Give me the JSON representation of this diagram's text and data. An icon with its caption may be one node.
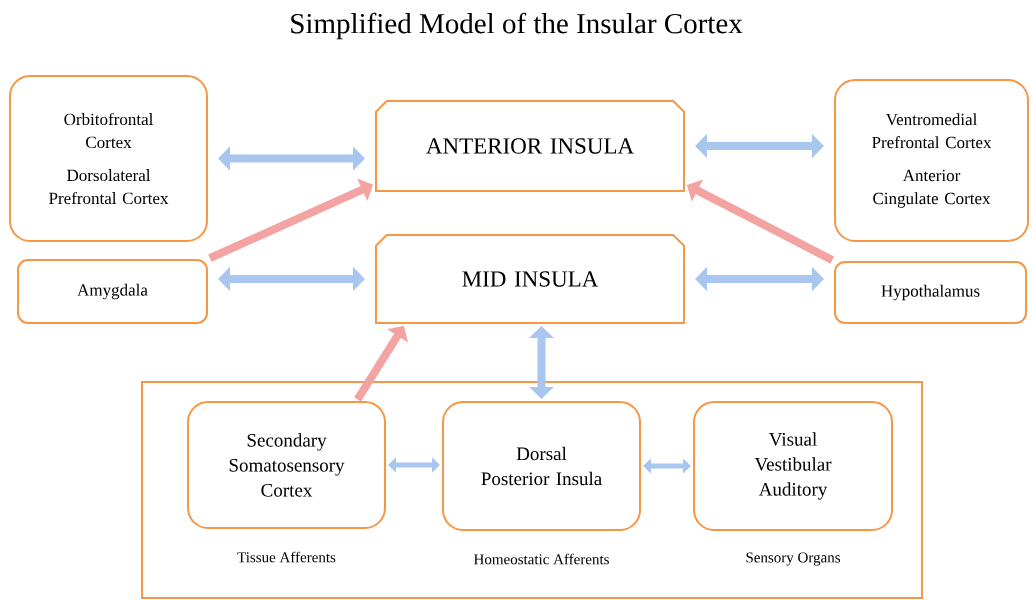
{
  "diagram": {
    "title": "Simplified Model of the Insular Cortex",
    "nodes": [
      {
        "text": [
          "Orbitofrontal Cortex",
          "Dorsolateral Prefrontal Cortex"
        ]
      },
      {
        "text": [
          "ANTERIOR INSULA"
        ]
      },
      {
        "text": [
          "Ventromedial Prefrontal Cortex",
          "Anterior Cingulate Cortex"
        ]
      },
      {
        "text": [
          "Amygdala"
        ]
      },
      {
        "text": [
          "MID INSULA"
        ]
      },
      {
        "text": [
          "Hypothalamus"
        ]
      },
      {
        "text": [],
        "shape": "box"
      },
      {
        "text": [
          "Secondary Somatosensory Cortex"
        ],
        "in": 6,
        "beside": [
          "Tissue Afferents"
        ]
      },
      {
        "text": [
          "Dorsal Posterior Insula"
        ],
        "in": 6,
        "beside": [
          "Homeostatic Afferents"
        ]
      },
      {
        "text": [
          "Visual Vestibular Auditory"
        ],
        "in": 6,
        "beside": [
          "Sensory Organs"
        ]
      }
    ],
    "edges": [
      {
        "from": 0,
        "to": 1,
        "arrow": "both"
      },
      {
        "from": 3,
        "to": 1,
        "arrow": "to",
        "color": "#f4a3a3"
      },
      {
        "from": 2,
        "to": 1,
        "arrow": "both"
      },
      {
        "from": 5,
        "to": 1,
        "arrow": "to",
        "color": "#f4a3a3"
      },
      {
        "from": 3,
        "to": 4,
        "arrow": "both"
      },
      {
        "from": 5,
        "to": 4,
        "arrow": "both"
      },
      {
        "from": 8,
        "to": 4,
        "arrow": "both"
      },
      {
        "from": 7,
        "to": 4,
        "arrow": "to",
        "color": "#f4a3a3"
      },
      {
        "from": 7,
        "to": 8,
        "arrow": "both"
      },
      {
        "from": 8,
        "to": 9,
        "arrow": "both"
      }
    ]
  }
}
